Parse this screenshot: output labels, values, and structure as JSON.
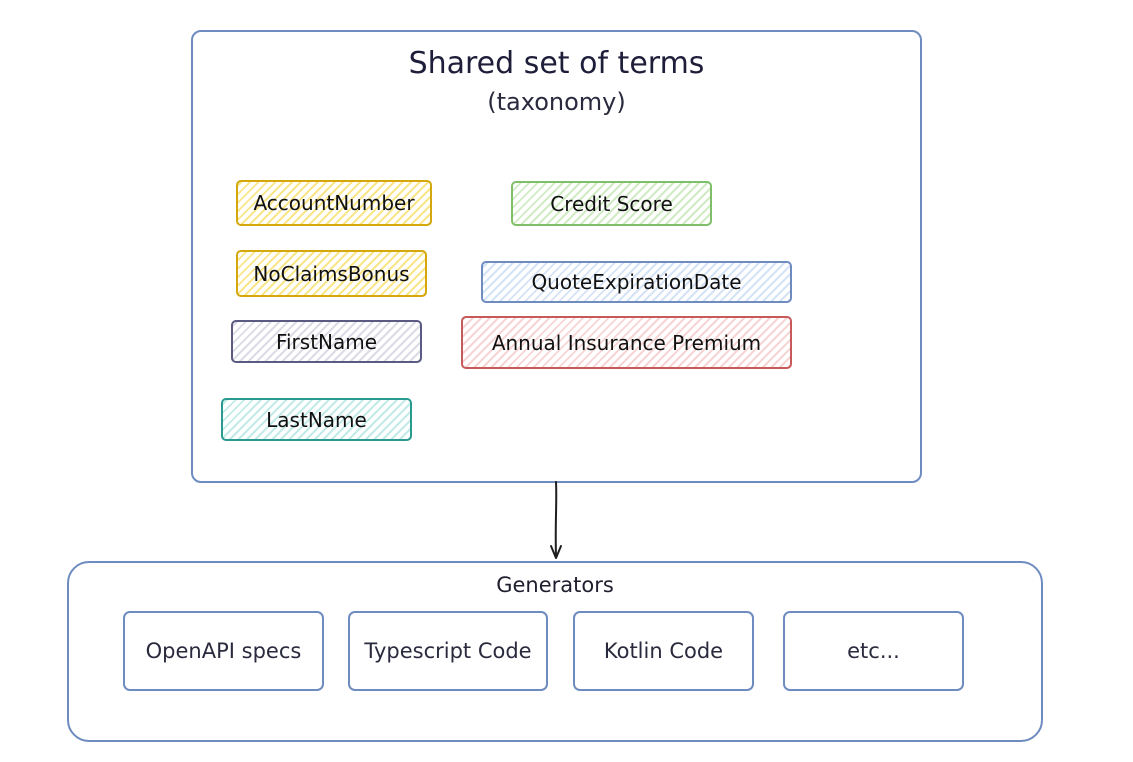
{
  "taxonomy": {
    "title": "Shared set of terms",
    "subtitle": "(taxonomy)",
    "terms": {
      "account_number": "AccountNumber",
      "credit_score": "Credit Score",
      "no_claims_bonus": "NoClaimsBonus",
      "quote_expiration_date": "QuoteExpirationDate",
      "first_name": "FirstName",
      "annual_insurance_premium": "Annual Insurance Premium",
      "last_name": "LastName"
    }
  },
  "generators": {
    "title": "Generators",
    "items": [
      "OpenAPI specs",
      "Typescript Code",
      "Kotlin Code",
      "etc..."
    ]
  },
  "colors": {
    "border_blue": "#6e8cc0",
    "yellow": "#d4a70e",
    "green": "#7fbf6a",
    "purple": "#5a5a82",
    "red": "#c65a5a",
    "teal": "#2a9a90"
  }
}
